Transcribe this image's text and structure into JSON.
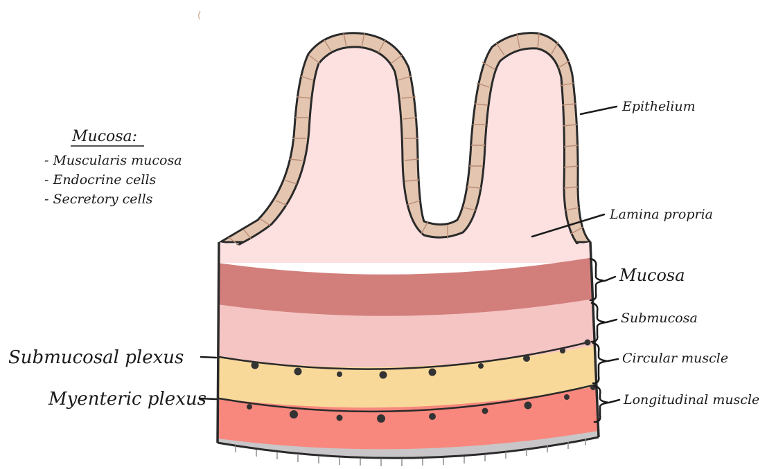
{
  "notes": {
    "title": "Mucosa:",
    "items": [
      "- Muscularis mucosa",
      "- Endocrine cells",
      "- Secretory cells"
    ]
  },
  "labels_right": {
    "epithelium": "Epithelium",
    "lamina_propria": "Lamina propria",
    "mucosa": "Mucosa",
    "submucosa": "Submucosa",
    "circular_muscle": "Circular muscle",
    "longitudinal_muscle": "Longitudinal muscle"
  },
  "labels_left": {
    "submucosal_plexus": "Submucosal plexus",
    "myenteric_plexus": "Myenteric plexus"
  },
  "colors": {
    "epithelium": "#e3c5b0",
    "lamina_propria": "#fde0e0",
    "muscularis_band": "#d27f7c",
    "submucosa": "#f5c5c3",
    "circular_muscle": "#f8d99a",
    "longitudinal_muscle": "#f8887e",
    "serosa": "#c8c6c8",
    "outline": "#2a2a2a"
  }
}
